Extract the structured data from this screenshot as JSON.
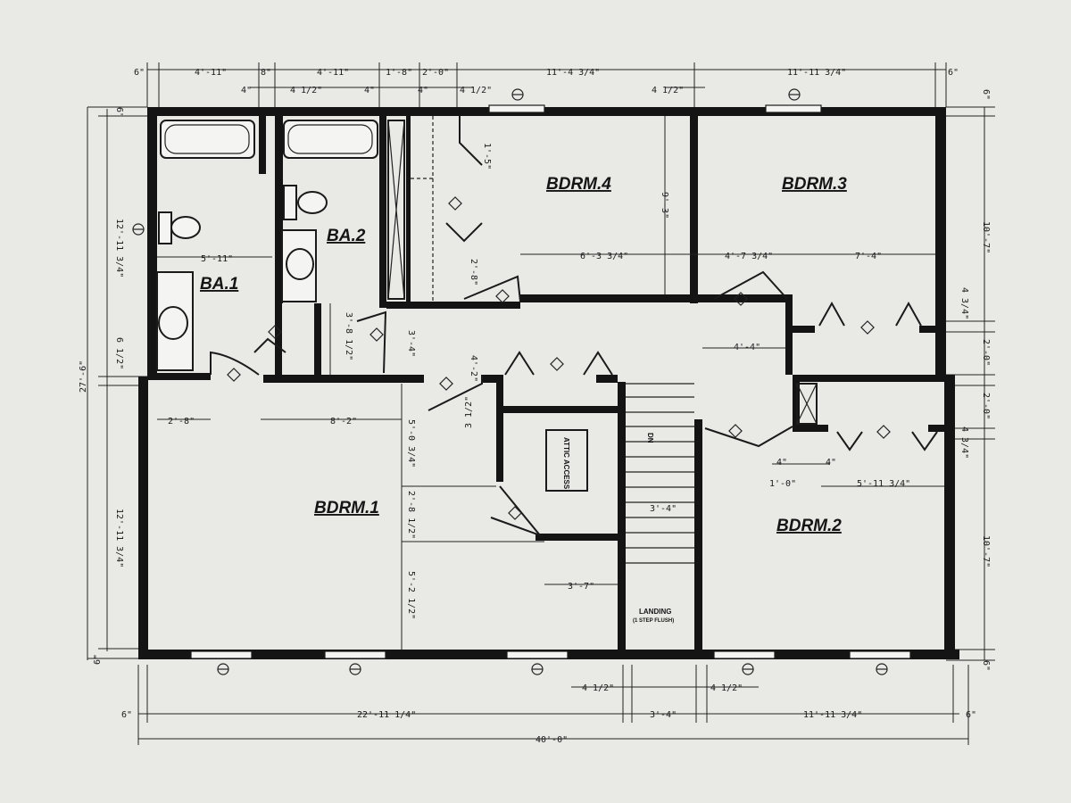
{
  "rooms": {
    "bdrm1": "BDRM.1",
    "bdrm2": "BDRM.2",
    "bdrm3": "BDRM.3",
    "bdrm4": "BDRM.4",
    "ba1": "BA.1",
    "ba2": "BA.2",
    "attic": "ATTIC ACCESS",
    "landing": "LANDING",
    "landing_note": "(1 STEP FLUSH)",
    "stair_dn": "DN"
  },
  "dims": {
    "top": [
      "6\"",
      "4'-11\"",
      "8\"",
      "4'-11\"",
      "1'-8\"",
      "2'-0\"",
      "11'-4 3/4\"",
      "11'-11 3/4\"",
      "6\""
    ],
    "top_sub": [
      "4\"",
      "4 1/2\"",
      "4\"",
      "4\"",
      "4 1/2\"",
      "4 1/2\""
    ],
    "bottom": [
      "6\"",
      "22'-11 1/4\"",
      "3'-4\"",
      "11'-11 3/4\"",
      "6\""
    ],
    "bottom_sub": [
      "4 1/2\"",
      "4 1/2\""
    ],
    "overall_width": "40'-0\"",
    "left": [
      "6\"",
      "12'-11 3/4\"",
      "6 1/2\"",
      "12'-11 3/4\"",
      "6\""
    ],
    "overall_depth": "27'-6\"",
    "right": [
      "6\"",
      "10'-7\"",
      "4 3/4\"",
      "2'-0\"",
      "2'-0\"",
      "4 3/4\"",
      "10'-7\"",
      "6\""
    ],
    "interior": {
      "ba_width": "5'-11\"",
      "bdrm4_closet": "1'-5\"",
      "bdrm4_height": "9'-3\"",
      "bdrm4_width": "6'-3 3/4\"",
      "bdrm3_a": "4'-7 3/4\"",
      "bdrm3_b": "7'-4\"",
      "hall_a": "2'-8\"",
      "hall_b": "3'-8 1/2\"",
      "hall_c": "3'-4\"",
      "hall_d": "4'-2\"",
      "hall_e": "4'-4\"",
      "bdrm1_a": "2'-8\"",
      "bdrm1_b": "8'-2\"",
      "bdrm1_c": "5'-0 3/4\"",
      "bdrm1_d": "2'-8 1/2\"",
      "bdrm1_e": "5'-2 1/2\"",
      "attic_a": "3 1/2\"",
      "attic_b": "3'-7\"",
      "stair": "3'-4\"",
      "bdrm2_a": "4\"",
      "bdrm2_b": "4\"",
      "bdrm2_c": "1'-0\"",
      "bdrm2_d": "5'-11 3/4\""
    }
  }
}
